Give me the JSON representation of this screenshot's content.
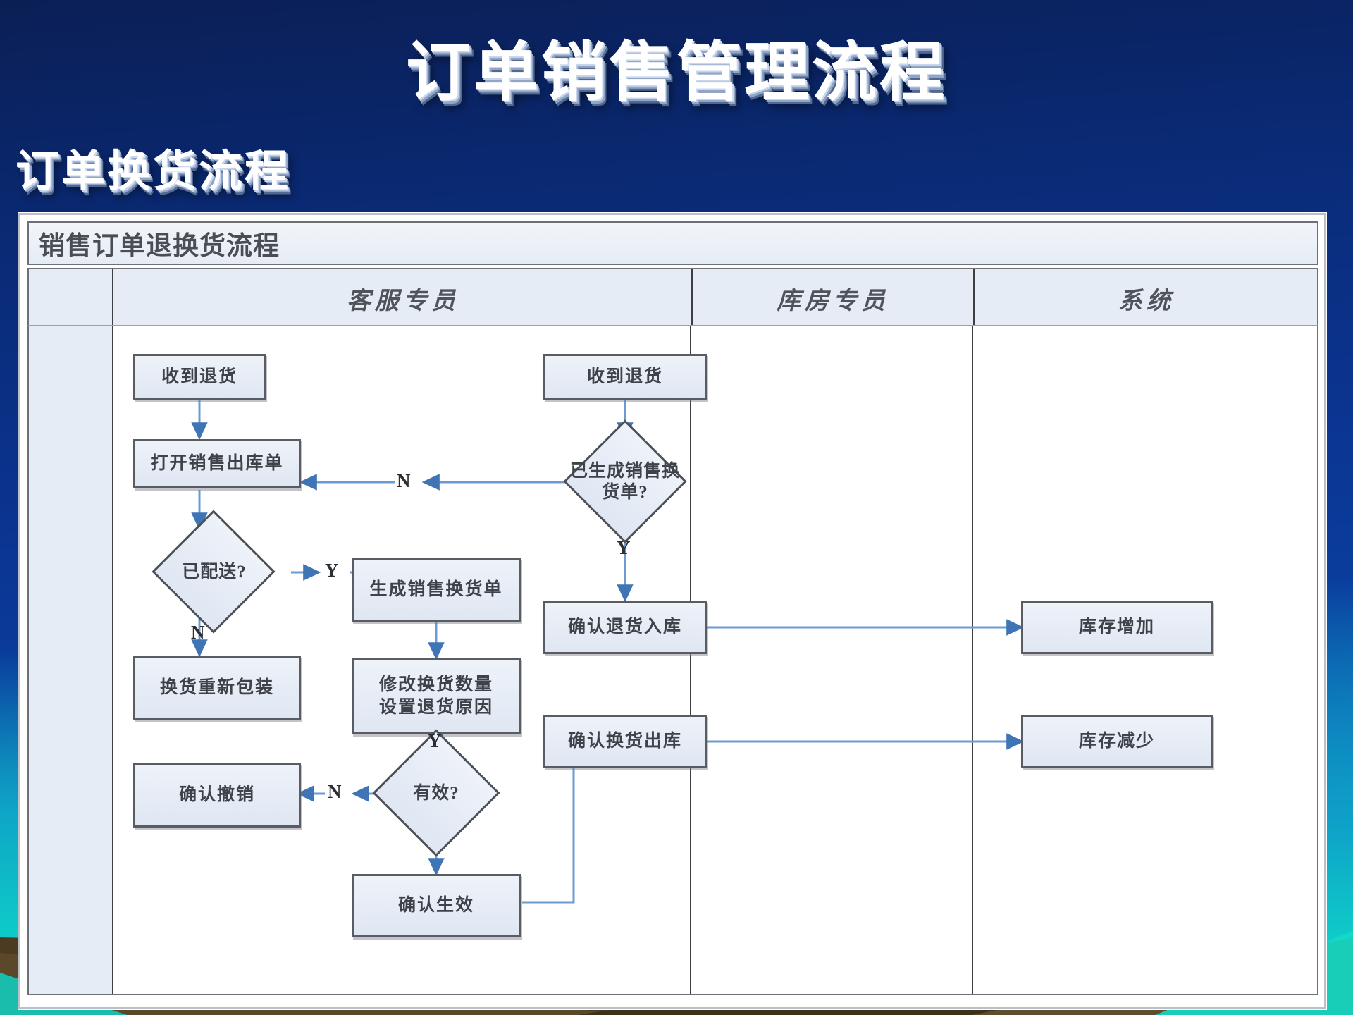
{
  "slide": {
    "title": "订单销售管理流程",
    "subtitle": "订单换货流程"
  },
  "chart": {
    "title": "销售订单退换货流程",
    "lanes": [
      {
        "id": "lane-customer-service",
        "label": "客服专员"
      },
      {
        "id": "lane-warehouse",
        "label": "库房专员"
      },
      {
        "id": "lane-system",
        "label": "系统"
      }
    ],
    "nodes": {
      "cs_receive_return": {
        "text": "收到退货",
        "shape": "process",
        "lane": "客服专员"
      },
      "cs_open_outbound": {
        "text": "打开销售出库单",
        "shape": "process",
        "lane": "客服专员"
      },
      "cs_delivered_q": {
        "text": "已配送?",
        "shape": "decision",
        "lane": "客服专员"
      },
      "cs_repack": {
        "text": "换货重新包装",
        "shape": "process",
        "lane": "客服专员"
      },
      "cs_confirm_cancel": {
        "text": "确认撤销",
        "shape": "process",
        "lane": "客服专员"
      },
      "cs_create_exchange": {
        "text": "生成销售换货单",
        "shape": "process",
        "lane": "客服专员"
      },
      "cs_edit_qty_line1": {
        "text": "修改换货数量",
        "shape": "process",
        "lane": "客服专员"
      },
      "cs_edit_qty_line2": {
        "text": "设置退货原因",
        "shape": "process",
        "lane": "客服专员"
      },
      "cs_valid_q": {
        "text": "有效?",
        "shape": "decision",
        "lane": "客服专员"
      },
      "cs_confirm_effect": {
        "text": "确认生效",
        "shape": "process",
        "lane": "客服专员"
      },
      "wh_receive_return": {
        "text": "收到退货",
        "shape": "process",
        "lane": "库房专员"
      },
      "wh_exchange_made_l1": {
        "text": "已生成销售换",
        "shape": "decision",
        "lane": "库房专员"
      },
      "wh_exchange_made_l2": {
        "text": "货单?",
        "shape": "decision",
        "lane": "库房专员"
      },
      "wh_confirm_return_in": {
        "text": "确认退货入库",
        "shape": "process",
        "lane": "库房专员"
      },
      "wh_confirm_exch_out": {
        "text": "确认换货出库",
        "shape": "process",
        "lane": "库房专员"
      },
      "sys_stock_increase": {
        "text": "库存增加",
        "shape": "process",
        "lane": "系统"
      },
      "sys_stock_decrease": {
        "text": "库存减少",
        "shape": "process",
        "lane": "系统"
      }
    },
    "edge_labels": {
      "delivered_yes": "Y",
      "delivered_no": "N",
      "exchange_made_no": "N",
      "exchange_made_yes": "Y",
      "qty_to_valid": "Y",
      "valid_no": "N"
    },
    "colors": {
      "node_fill": "#e6ecf5",
      "node_border": "#595d63",
      "connector": "#5b8fc9",
      "lane_header_fill": "#e6ecf5",
      "frame_border": "#6d7177",
      "background_top": "#0b1f55",
      "background_bottom": "#12d9c4",
      "footer_brown": "#4a3b22"
    }
  }
}
